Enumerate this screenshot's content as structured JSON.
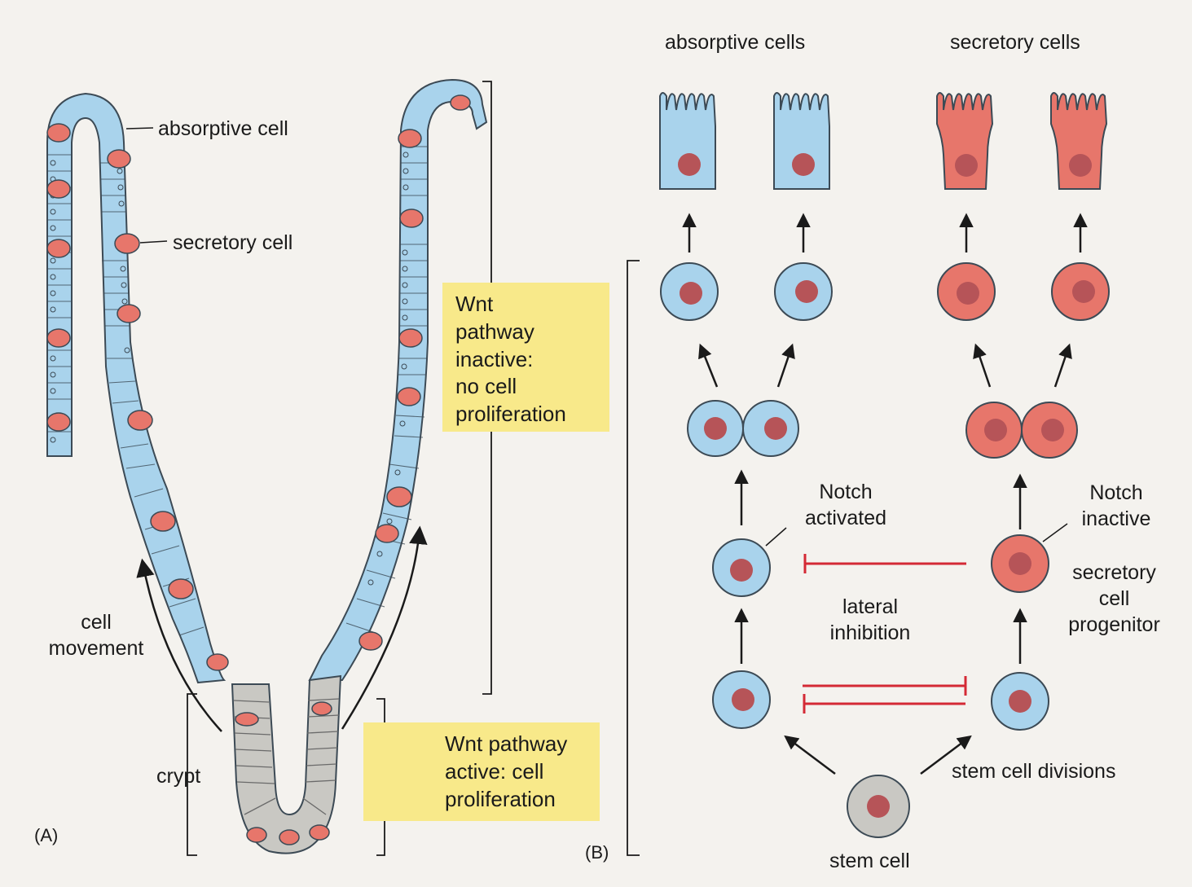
{
  "panel_a": {
    "label": "(A)",
    "absorptive_cell_label": "absorptive cell",
    "secretory_cell_label": "secretory cell",
    "cell_movement_label": [
      "cell",
      "movement"
    ],
    "crypt_label": "crypt",
    "wnt_inactive_box": [
      "Wnt",
      "pathway",
      "inactive:",
      "no cell",
      "proliferation"
    ],
    "wnt_active_box": [
      "Wnt pathway",
      "active: cell",
      "proliferation"
    ]
  },
  "panel_b": {
    "label": "(B)",
    "absorptive_cells_title": "absorptive cells",
    "secretory_cells_title": "secretory cells",
    "notch_activated_label": [
      "Notch",
      "activated"
    ],
    "notch_inactive_label": [
      "Notch",
      "inactive"
    ],
    "lateral_inhibition_label": [
      "lateral",
      "inhibition"
    ],
    "secretory_progenitor_label": [
      "secretory",
      "cell",
      "progenitor"
    ],
    "stem_cell_divisions_label": "stem cell divisions",
    "stem_cell_label": "stem cell"
  },
  "colors": {
    "absorptive_blue": "#a9d3ec",
    "secretory_red": "#e7766b",
    "nucleus": "#b65458",
    "crypt_gray": "#c9c8c3",
    "inhibition_red": "#d42a35",
    "label_box_yellow": "#f8e98a"
  }
}
